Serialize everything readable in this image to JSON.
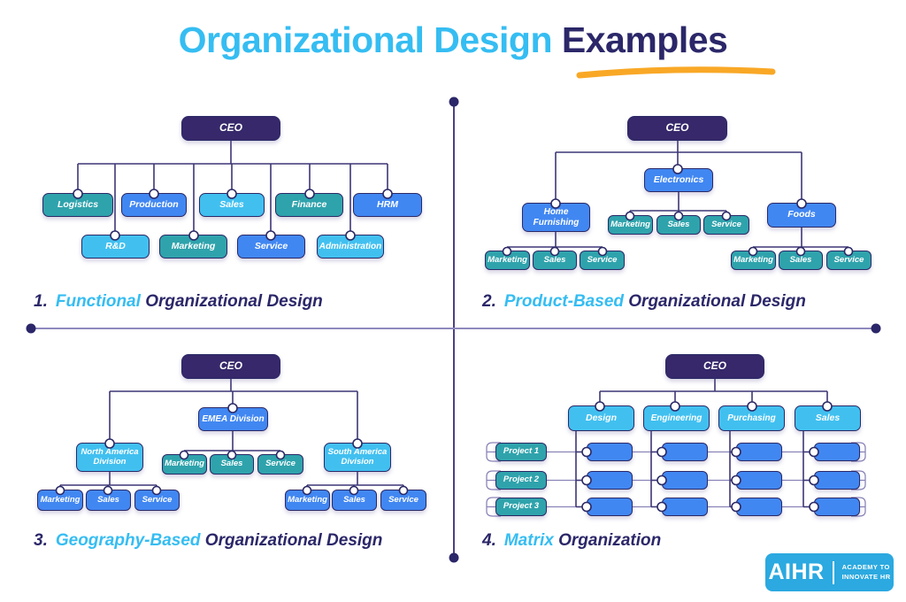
{
  "title": {
    "accent": "Organizational Design",
    "emphasis": "Examples"
  },
  "palette": {
    "accent_blue": "#35BDF2",
    "navy": "#2B2769",
    "box_navy": "#36286A",
    "teal": "#2FA3AC",
    "blue": "#4187F2",
    "light_blue": "#41C0F0",
    "underline_orange": "#F9A826",
    "logo_blue": "#2BA9E0",
    "connector": "#3D3776",
    "track_purple": "#8A84B8"
  },
  "charts": [
    {
      "num": "1.",
      "accent": "Functional",
      "rest": "Organizational Design",
      "root": "CEO",
      "level1": [
        "Logistics",
        "Production",
        "Sales",
        "Finance",
        "HRM"
      ],
      "level2": [
        "R&D",
        "Marketing",
        "Service",
        "Administration"
      ]
    },
    {
      "num": "2.",
      "accent": "Product-Based",
      "rest": "Organizational Design",
      "root": "CEO",
      "divisions": [
        {
          "label": "Home Furnishing",
          "children": [
            "Marketing",
            "Sales",
            "Service"
          ]
        },
        {
          "label": "Electronics",
          "children": [
            "Marketing",
            "Sales",
            "Service"
          ]
        },
        {
          "label": "Foods",
          "children": [
            "Marketing",
            "Sales",
            "Service"
          ]
        }
      ]
    },
    {
      "num": "3.",
      "accent": "Geography-Based",
      "rest": "Organizational Design",
      "root": "CEO",
      "divisions": [
        {
          "label": "North America Division",
          "children": [
            "Marketing",
            "Sales",
            "Service"
          ]
        },
        {
          "label": "EMEA Division",
          "children": [
            "Marketing",
            "Sales",
            "Service"
          ]
        },
        {
          "label": "South America Division",
          "children": [
            "Marketing",
            "Sales",
            "Service"
          ]
        }
      ]
    },
    {
      "num": "4.",
      "accent": "Matrix",
      "rest": "Organization",
      "root": "CEO",
      "columns": [
        "Design",
        "Engineering",
        "Purchasing",
        "Sales"
      ],
      "rows": [
        "Project 1",
        "Project 2",
        "Project 3"
      ]
    }
  ],
  "logo": {
    "brand": "AIHR",
    "tagline_line1": "ACADEMY TO",
    "tagline_line2": "INNOVATE HR"
  }
}
